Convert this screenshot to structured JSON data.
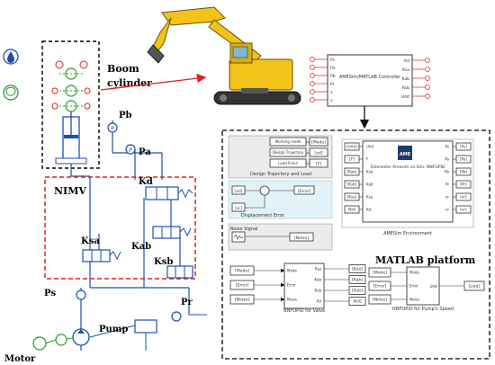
{
  "labels": {
    "boom": "Boom",
    "cylinder": "cylinder",
    "nimv": "NIMV",
    "pb": "Pb",
    "pa": "Pa",
    "kd": "Kd",
    "ksa": "Ksa",
    "kab": "Kab",
    "ksb": "Ksb",
    "ps": "Ps",
    "pr": "Pr",
    "pump": "Pump",
    "motor": "Motor",
    "matlab": "MATLAB platform"
  },
  "amesim_controller": {
    "title": "AMESim/MATLAB Controller",
    "inputs": [
      "Ps",
      "Pa",
      "Pb",
      "Pr",
      "x",
      "v"
    ],
    "outputs": [
      "Kd",
      "Ksa",
      "Kab",
      "Ksb",
      "Umt"
    ]
  },
  "design_block": {
    "rows": [
      "Working mode",
      "Design Trajectory",
      "Load Force"
    ],
    "outs": [
      "[Mode]",
      "[xd]",
      "[F]"
    ],
    "caption": "Design Trajectory and Load"
  },
  "error_block": {
    "in1": "[xd]",
    "in2": "[xr]",
    "out": "[Error]",
    "caption": "Displacement Error"
  },
  "noise_block": {
    "out": "[Noise]",
    "caption": "Noise Signal"
  },
  "simcenter": {
    "left": [
      "[Umt]",
      "[F]",
      "[Kab]",
      "[Ksb]",
      "[Ksa]",
      "[Kd]"
    ],
    "left_ports": [
      "Umt",
      "F",
      "Ksb",
      "Kab",
      "Ksa",
      "Kd"
    ],
    "right_ports": [
      "Ps",
      "Pa",
      "Pb",
      "Pr",
      "xr",
      "vr"
    ],
    "right": [
      "[Ps]",
      "[Pa]",
      "[Pb]",
      "[Pr]",
      "[xr]",
      "[vr]"
    ],
    "badge": "AME",
    "subtitle": "Simcenter Amesim co-Sim: NNFOPID",
    "caption": "AMESim Environment"
  },
  "valve_block": {
    "inputs": [
      "[Mode]",
      "[Error]",
      "[Noise]"
    ],
    "in_ports": [
      "Mode",
      "Error",
      "Noise"
    ],
    "out_ports": [
      "Ksa",
      "Kab",
      "Ksb",
      "Kd"
    ],
    "outputs": [
      "[Ksa]",
      "[Kab]",
      "[Ksb]",
      "[Kd]"
    ],
    "caption": "NNFOPID for Valve"
  },
  "pump_block": {
    "inputs": [
      "[Mode]",
      "[Error]",
      "[Noise]"
    ],
    "in_ports": [
      "Mode",
      "Error",
      "Noise"
    ],
    "out_port": "Umt",
    "output": "[Umt]",
    "caption": "NNFOPID for Pump's Speed"
  }
}
